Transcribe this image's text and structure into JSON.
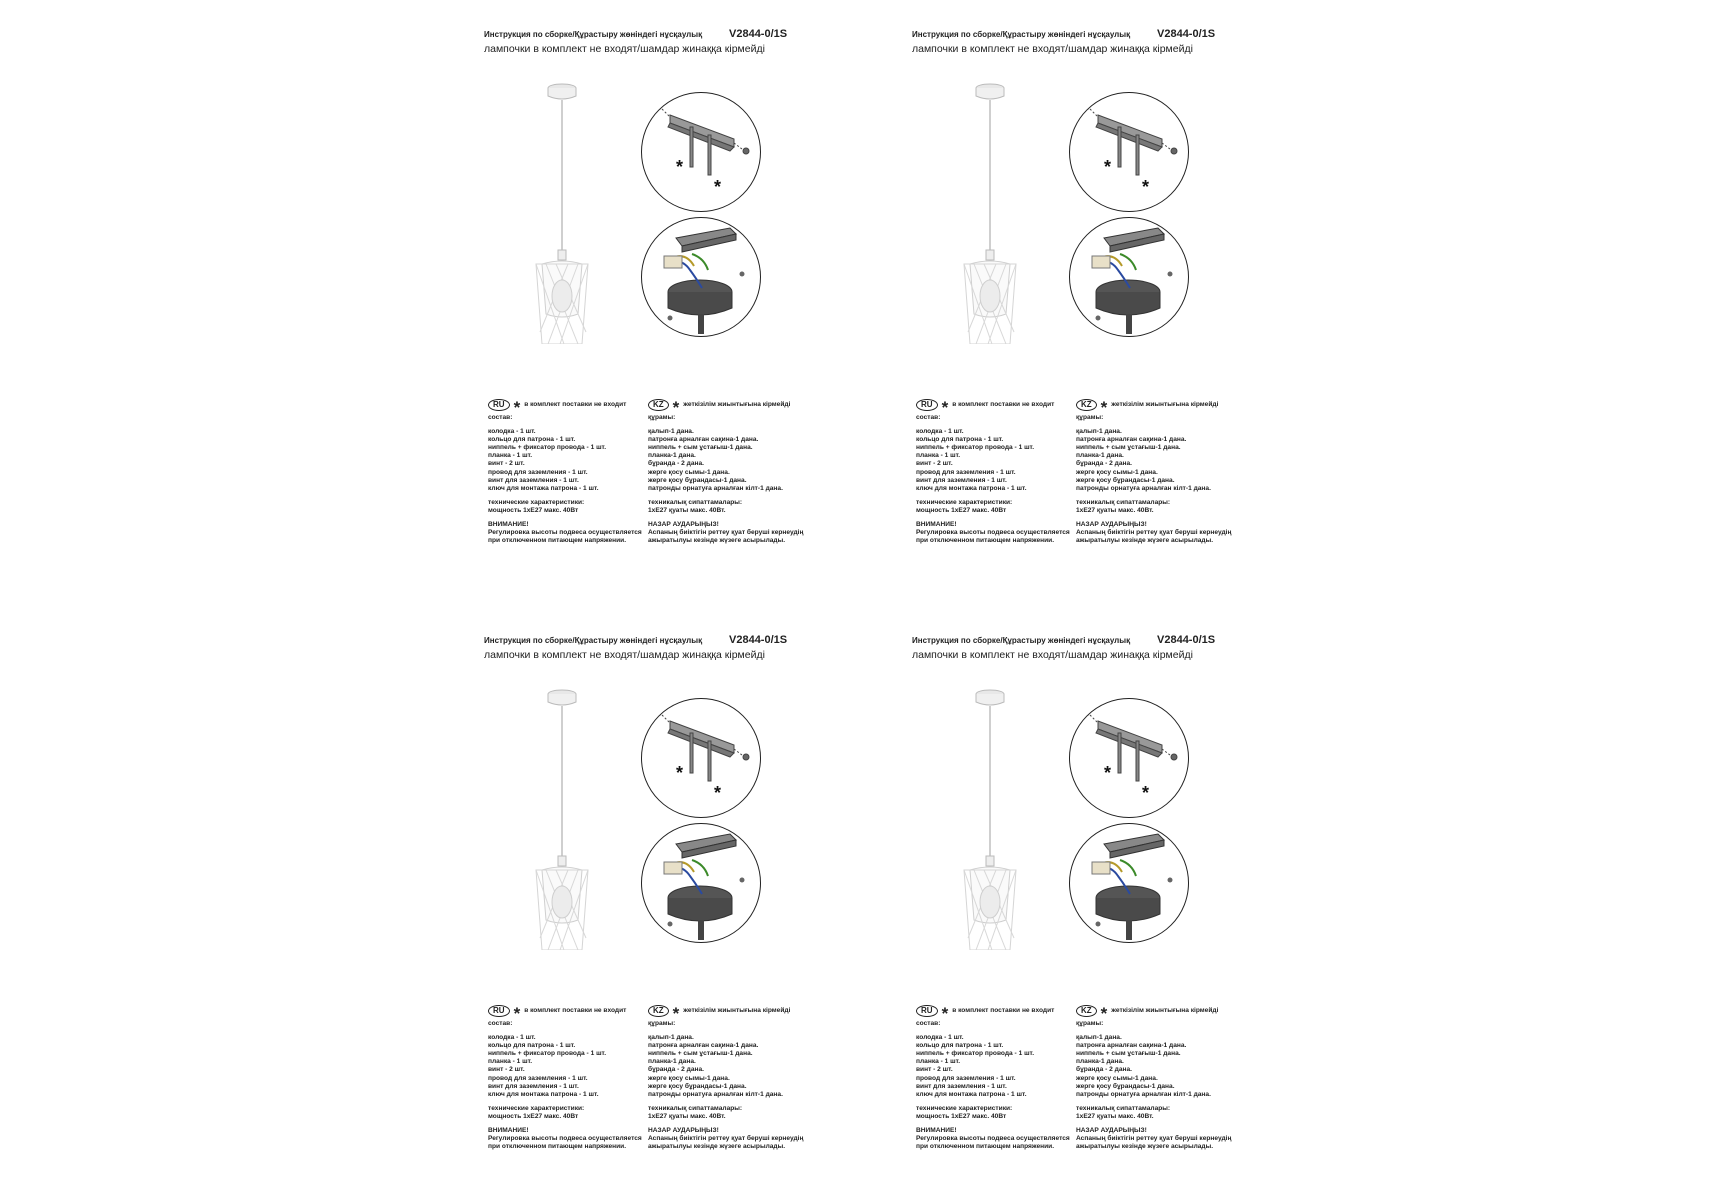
{
  "sheets": [
    {
      "id": "sheet-1"
    },
    {
      "id": "sheet-2"
    },
    {
      "id": "sheet-3"
    },
    {
      "id": "sheet-4"
    }
  ],
  "header": {
    "title": "Инструкция по сборке/Құрастыру жөніндегі нұсқаулық",
    "model": "V2844-0/1S",
    "subtitle": "лампочки в комплект не входят/шамдар жинаққа кірмейді"
  },
  "icons": {
    "asterisk": "asterisk-icon"
  },
  "ru": {
    "badge": "RU",
    "asterisk": "*",
    "note": "в комплект поставки не входит",
    "contents_title": "состав:",
    "items": [
      "колодка - 1 шт.",
      "кольцо для патрона - 1 шт.",
      "ниппель + фиксатор провода - 1 шт.",
      "планка - 1 шт.",
      "винт - 2 шт.",
      "провод для заземления - 1 шт.",
      "винт для заземления - 1 шт.",
      "ключ для монтажа патрона - 1 шт."
    ],
    "specs_title": "технические характеристики:",
    "specs": "мощность 1хЕ27 макс. 40Вт",
    "warning_title": "ВНИМАНИЕ!",
    "warning_lines": [
      "Регулировка высоты подвеса осуществляется",
      "при отключенном питающем напряжении."
    ]
  },
  "kz": {
    "badge": "KZ",
    "asterisk": "*",
    "note": "жеткізілім жиынтығына кірмейді",
    "contents_title": "құрамы:",
    "items": [
      "қалып-1 дана.",
      "патронға арналған сақина-1 дана.",
      "ниппель + сым ұстағыш-1 дана.",
      "планка-1 дана.",
      "бұранда - 2 дана.",
      "жерге қосу сымы-1 дана.",
      "жерге қосу бұрандасы-1 дана.",
      "патронды орнатуға арналған кілт-1 дана."
    ],
    "specs_title": "техникалық сипаттамалары:",
    "specs": "1хЕ27 қуаты макс. 40Вт.",
    "warning_title": "НАЗАР АУДАРЫҢЫЗ!",
    "warning_lines": [
      "Аспаның биіктігін реттеу қуат беруші кернеудің",
      "ажыратылуы кезінде жүзеге асырылады."
    ]
  },
  "diagram": {
    "asterisk_a": "*",
    "asterisk_b": "*"
  }
}
